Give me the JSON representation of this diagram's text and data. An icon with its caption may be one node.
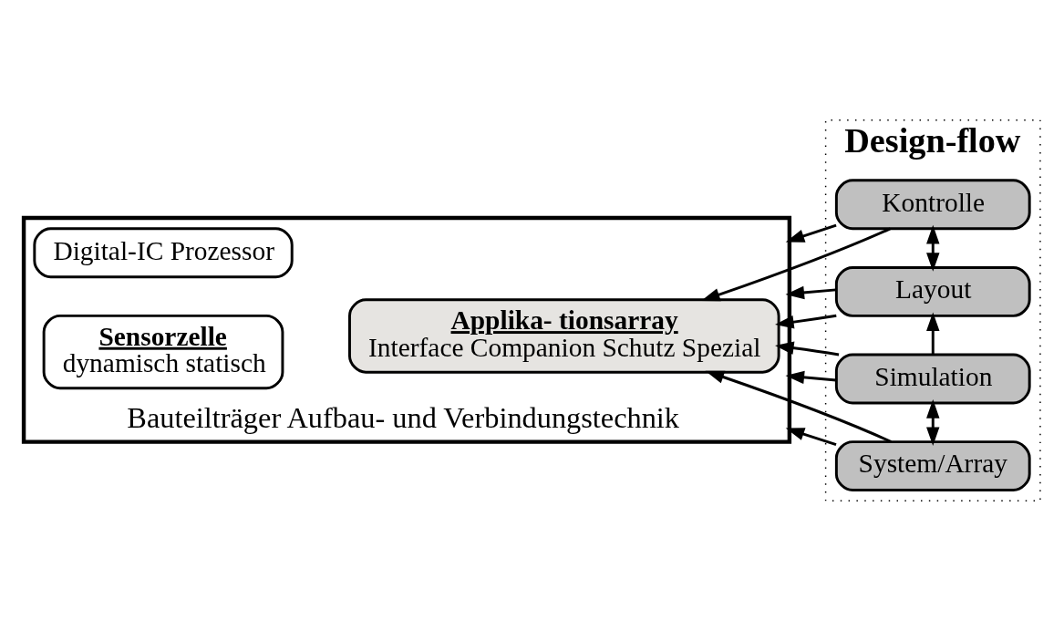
{
  "diagram": {
    "nodes": [
      {
        "text": [
          "Bauteilträger Aufbau- und Verbindungstechnik"
        ]
      },
      {
        "text": [
          "Sensorzelle",
          "dynamisch statisch"
        ],
        "in": 0
      },
      {
        "text": [
          "Applika- tionsarray",
          "Interface Companion Schutz Spezial"
        ],
        "in": 0
      },
      {
        "text": [
          "Digital-IC Prozessor"
        ],
        "in": 0
      },
      {
        "text": [
          "Design-flow"
        ]
      },
      {
        "text": [
          "System/Array"
        ],
        "in": 4
      },
      {
        "text": [
          "Simulation"
        ],
        "in": 4
      },
      {
        "text": [
          "Layout"
        ],
        "in": 4
      },
      {
        "text": [
          "Kontrolle"
        ],
        "in": 4
      }
    ],
    "edges": [
      {
        "from": 5,
        "to": 0,
        "arrow": "to"
      },
      {
        "from": 5,
        "to": 2,
        "arrow": "to"
      },
      {
        "from": 6,
        "to": 0,
        "arrow": "to"
      },
      {
        "from": 6,
        "to": 2,
        "arrow": "to"
      },
      {
        "from": 7,
        "to": 2,
        "arrow": "to"
      },
      {
        "from": 7,
        "to": 0,
        "arrow": "to"
      },
      {
        "from": 8,
        "to": 2,
        "arrow": "to"
      },
      {
        "from": 8,
        "to": 0,
        "arrow": "to"
      },
      {
        "from": 5,
        "to": 6,
        "arrow": "both"
      },
      {
        "from": 6,
        "to": 7,
        "arrow": "to"
      },
      {
        "from": 7,
        "to": 8,
        "arrow": "both"
      }
    ]
  }
}
